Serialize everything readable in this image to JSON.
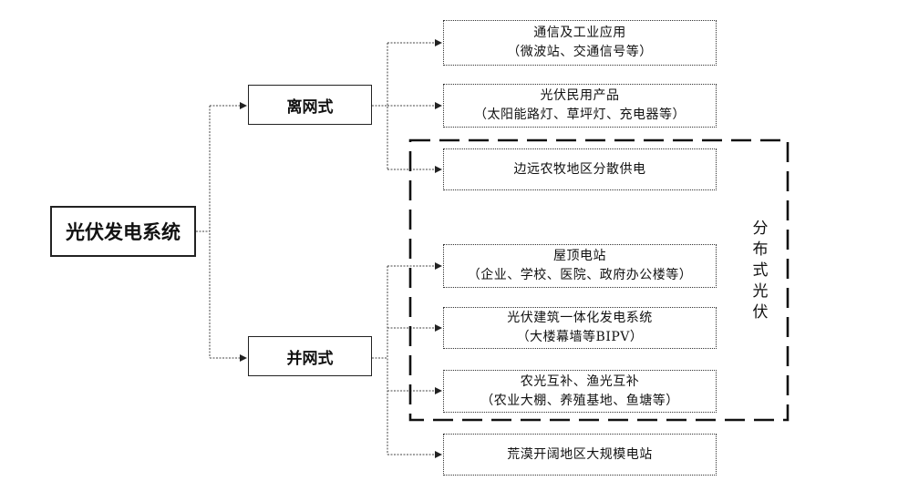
{
  "root": {
    "label": "光伏发电系统"
  },
  "branches": [
    {
      "label": "离网式"
    },
    {
      "label": "并网式"
    }
  ],
  "leaves": [
    {
      "line1": "通信及工业应用",
      "line2": "（微波站、交通信号等）"
    },
    {
      "line1": "光伏民用产品",
      "line2": "（太阳能路灯、草坪灯、充电器等）"
    },
    {
      "line1": "边远农牧地区分散供电",
      "line2": ""
    },
    {
      "line1": "屋顶电站",
      "line2": "（企业、学校、医院、政府办公楼等）"
    },
    {
      "line1": "光伏建筑一体化发电系统",
      "line2": "（大楼幕墙等BIPV）"
    },
    {
      "line1": "农光互补、渔光互补",
      "line2": "（农业大棚、养殖基地、鱼塘等）"
    },
    {
      "line1": "荒漠开阔地区大规模电站",
      "line2": ""
    }
  ],
  "distributed_group": {
    "label_chars": [
      "分",
      "布",
      "式",
      "光",
      "伏"
    ]
  }
}
